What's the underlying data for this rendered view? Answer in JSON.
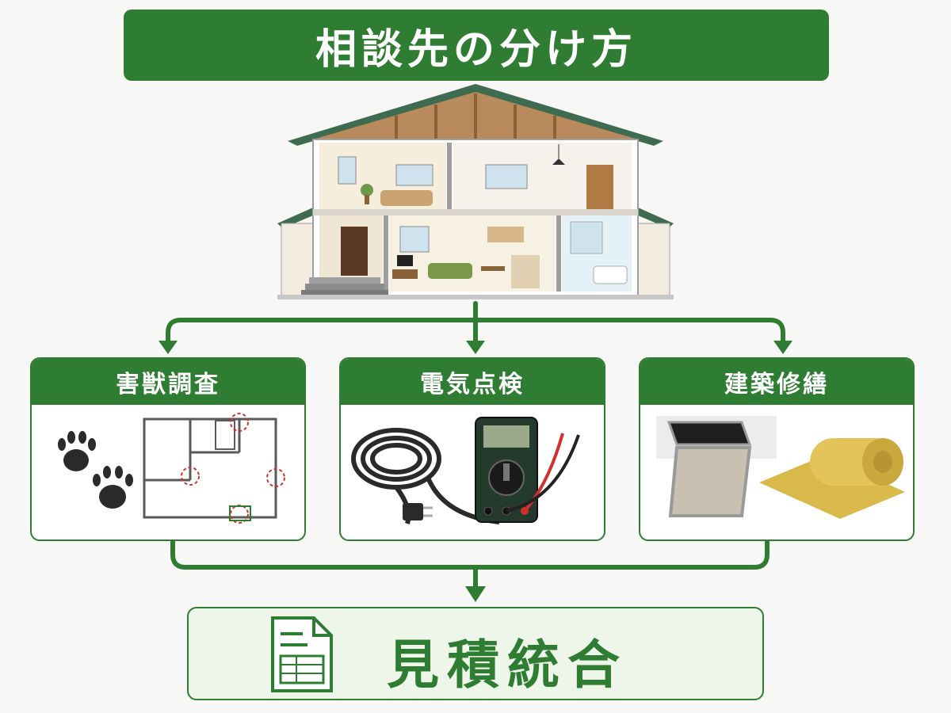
{
  "title": "相談先の分け方",
  "categories": [
    {
      "label": "害獣調査",
      "icon": "paw-print-and-floor-plan"
    },
    {
      "label": "電気点検",
      "icon": "cable-and-multimeter"
    },
    {
      "label": "建築修繕",
      "icon": "attic-hatch-and-insulation"
    }
  ],
  "result": {
    "label": "見積統合",
    "icon": "document-icon"
  },
  "colors": {
    "primary": "#2e7d32",
    "result_bg": "#eef5e9",
    "accent_red": "#d32f2f"
  }
}
